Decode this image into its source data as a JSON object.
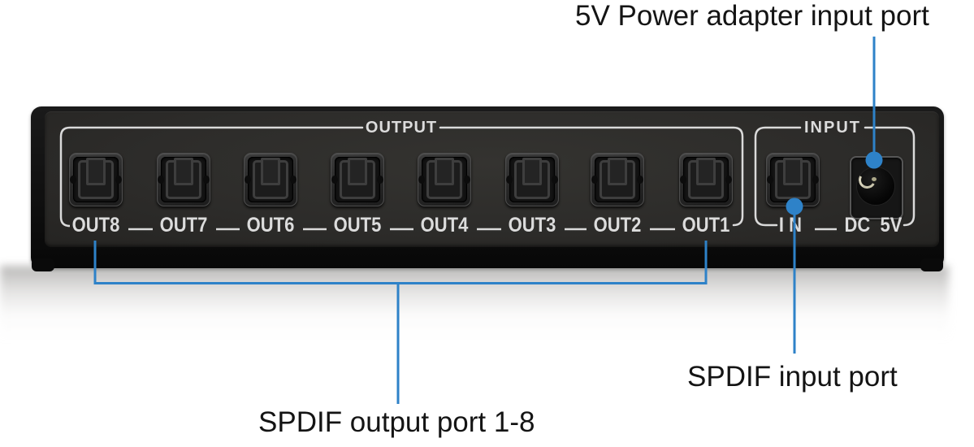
{
  "device": {
    "output_section": {
      "label": "OUTPUT",
      "ports": [
        {
          "label": "OUT8"
        },
        {
          "label": "OUT7"
        },
        {
          "label": "OUT6"
        },
        {
          "label": "OUT5"
        },
        {
          "label": "OUT4"
        },
        {
          "label": "OUT3"
        },
        {
          "label": "OUT2"
        },
        {
          "label": "OUT1"
        }
      ]
    },
    "input_section": {
      "label": "INPUT",
      "port_label": "IN",
      "dc_label": "DC 5V"
    }
  },
  "annotations": {
    "power_adapter": "5V Power adapter input port",
    "spdif_input": "SPDIF input port",
    "spdif_output": "SPDIF output port 1-8"
  },
  "colors": {
    "callout_blue": "#2e82c8",
    "panel_marking": "#dadada",
    "panel_black": "#141414",
    "annotation_text": "#141414"
  }
}
